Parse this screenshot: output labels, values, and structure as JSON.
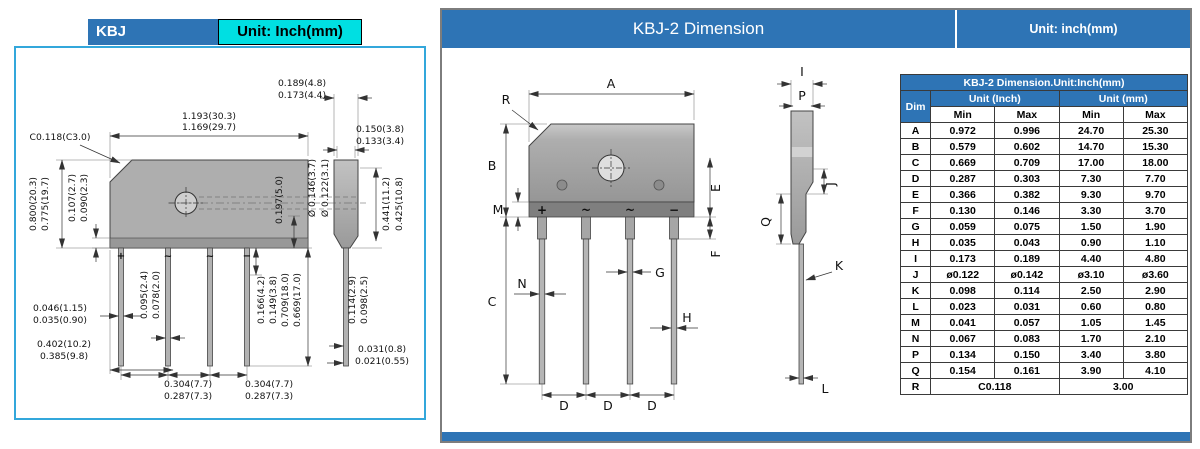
{
  "left": {
    "title": "KBJ",
    "unit": "Unit: Inch(mm)",
    "polarity": {
      "p1": "+",
      "p2": "~",
      "p3": "~",
      "p4": "−"
    },
    "dims": {
      "gap_max": "0.189(4.8)",
      "gap_min": "0.173(4.4)",
      "width_max": "1.193(30.3)",
      "width_min": "1.169(29.7)",
      "chamfer": "C0.118(C3.0)",
      "side_w_max": "0.150(3.8)",
      "side_w_min": "0.133(3.4)",
      "hole_d_max": "Ø 0.146(3.7)",
      "hole_d_min": "Ø 0.122(3.1)",
      "height_max": "0.800(20.3)",
      "height_min": "0.775(19.7)",
      "step_max": "0.107(2.7)",
      "step_min": "0.090(2.3)",
      "seat": "0.197(5.0)",
      "side_h_max": "0.441(11.2)",
      "side_h_min": "0.425(10.8)",
      "lead_t_max": "0.046(1.15)",
      "lead_t_min": "0.035(0.90)",
      "lead_w_max": "0.095(2.4)",
      "lead_w_min": "0.078(2.0)",
      "offset_max": "0.402(10.2)",
      "offset_min": "0.385(9.8)",
      "tab_max": "0.166(4.2)",
      "tab_min": "0.149(3.8)",
      "lead_l_max": "0.709(18.0)",
      "lead_l_min": "0.669(17.0)",
      "side_lead_max": "0.114(2.9)",
      "side_lead_min": "0.098(2.5)",
      "tip_max": "0.031(0.8)",
      "tip_min": "0.021(0.55)",
      "pitch1_max": "0.304(7.7)",
      "pitch1_min": "0.287(7.3)",
      "pitch2_max": "0.304(7.7)",
      "pitch2_min": "0.287(7.3)"
    }
  },
  "right": {
    "title": "KBJ-2 Dimension",
    "unit": "Unit: inch(mm)",
    "polarity": {
      "p1": "+",
      "p2": "~",
      "p3": "~",
      "p4": "−"
    },
    "labels": {
      "A": "A",
      "B": "B",
      "C": "C",
      "D1": "D",
      "D2": "D",
      "D3": "D",
      "E": "E",
      "F": "F",
      "G": "G",
      "H": "H",
      "I": "I",
      "J": "J",
      "K": "K",
      "L": "L",
      "M": "M",
      "N": "N",
      "P": "P",
      "Q": "Q",
      "R": "R"
    },
    "table": {
      "title": "KBJ-2 Dimension.Unit:Inch(mm)",
      "dim_header": "Dim",
      "inch_header": "Unit (Inch)",
      "mm_header": "Unit (mm)",
      "min_label": "Min",
      "max_label": "Max",
      "rows": [
        {
          "dim": "A",
          "inch_min": "0.972",
          "inch_max": "0.996",
          "mm_min": "24.70",
          "mm_max": "25.30"
        },
        {
          "dim": "B",
          "inch_min": "0.579",
          "inch_max": "0.602",
          "mm_min": "14.70",
          "mm_max": "15.30"
        },
        {
          "dim": "C",
          "inch_min": "0.669",
          "inch_max": "0.709",
          "mm_min": "17.00",
          "mm_max": "18.00"
        },
        {
          "dim": "D",
          "inch_min": "0.287",
          "inch_max": "0.303",
          "mm_min": "7.30",
          "mm_max": "7.70"
        },
        {
          "dim": "E",
          "inch_min": "0.366",
          "inch_max": "0.382",
          "mm_min": "9.30",
          "mm_max": "9.70"
        },
        {
          "dim": "F",
          "inch_min": "0.130",
          "inch_max": "0.146",
          "mm_min": "3.30",
          "mm_max": "3.70"
        },
        {
          "dim": "G",
          "inch_min": "0.059",
          "inch_max": "0.075",
          "mm_min": "1.50",
          "mm_max": "1.90"
        },
        {
          "dim": "H",
          "inch_min": "0.035",
          "inch_max": "0.043",
          "mm_min": "0.90",
          "mm_max": "1.10"
        },
        {
          "dim": "I",
          "inch_min": "0.173",
          "inch_max": "0.189",
          "mm_min": "4.40",
          "mm_max": "4.80"
        },
        {
          "dim": "J",
          "inch_min": "ø0.122",
          "inch_max": "ø0.142",
          "mm_min": "ø3.10",
          "mm_max": "ø3.60"
        },
        {
          "dim": "K",
          "inch_min": "0.098",
          "inch_max": "0.114",
          "mm_min": "2.50",
          "mm_max": "2.90"
        },
        {
          "dim": "L",
          "inch_min": "0.023",
          "inch_max": "0.031",
          "mm_min": "0.60",
          "mm_max": "0.80"
        },
        {
          "dim": "M",
          "inch_min": "0.041",
          "inch_max": "0.057",
          "mm_min": "1.05",
          "mm_max": "1.45"
        },
        {
          "dim": "N",
          "inch_min": "0.067",
          "inch_max": "0.083",
          "mm_min": "1.70",
          "mm_max": "2.10"
        },
        {
          "dim": "P",
          "inch_min": "0.134",
          "inch_max": "0.150",
          "mm_min": "3.40",
          "mm_max": "3.80"
        },
        {
          "dim": "Q",
          "inch_min": "0.154",
          "inch_max": "0.161",
          "mm_min": "3.90",
          "mm_max": "4.10"
        }
      ],
      "r_row": {
        "dim": "R",
        "inch": "C0.118",
        "mm": "3.00"
      }
    }
  }
}
